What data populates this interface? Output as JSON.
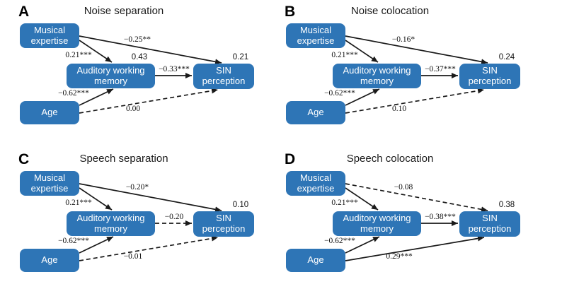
{
  "colors": {
    "box_fill": "#2E75B6",
    "box_text": "#FFFFFF",
    "arrow": "#1A1A1A"
  },
  "boxes": {
    "musical_expertise": "Musical\nexpertise",
    "auditory_working_memory": "Auditory working\nmemory",
    "age": "Age",
    "sin_perception": "SIN\nperception"
  },
  "panels": [
    {
      "letter": "A",
      "title": "Noise separation",
      "awm_r2": "0.43",
      "sin_r2": "0.21",
      "paths": {
        "me_awm": {
          "label": "0.21***",
          "style": "solid",
          "dash": "0"
        },
        "age_awm": {
          "label": "−0.62***",
          "style": "solid",
          "dash": "0"
        },
        "me_sin": {
          "label": "−0.25**",
          "style": "solid",
          "dash": "0"
        },
        "awm_sin": {
          "label": "−0.33***",
          "style": "solid",
          "dash": "0"
        },
        "age_sin": {
          "label": "0.00",
          "style": "dashed",
          "dash": "6 4"
        }
      }
    },
    {
      "letter": "B",
      "title": "Noise colocation",
      "sin_r2": "0.24",
      "paths": {
        "me_awm": {
          "label": "0.21***",
          "style": "solid",
          "dash": "0"
        },
        "age_awm": {
          "label": "−0.62***",
          "style": "solid",
          "dash": "0"
        },
        "me_sin": {
          "label": "−0.16*",
          "style": "solid",
          "dash": "0"
        },
        "awm_sin": {
          "label": "−0.37***",
          "style": "solid",
          "dash": "0"
        },
        "age_sin": {
          "label": "0.10",
          "style": "dashed",
          "dash": "6 4"
        }
      }
    },
    {
      "letter": "C",
      "title": "Speech separation",
      "sin_r2": "0.10",
      "paths": {
        "me_awm": {
          "label": "0.21***",
          "style": "solid",
          "dash": "0"
        },
        "age_awm": {
          "label": "−0.62***",
          "style": "solid",
          "dash": "0"
        },
        "me_sin": {
          "label": "−0.20*",
          "style": "solid",
          "dash": "0"
        },
        "awm_sin": {
          "label": "−0.20",
          "style": "dashed",
          "dash": "6 4"
        },
        "age_sin": {
          "label": "−0.01",
          "style": "dashed",
          "dash": "6 4"
        }
      }
    },
    {
      "letter": "D",
      "title": "Speech colocation",
      "sin_r2": "0.38",
      "paths": {
        "me_awm": {
          "label": "0.21***",
          "style": "solid",
          "dash": "0"
        },
        "age_awm": {
          "label": "−0.62***",
          "style": "solid",
          "dash": "0"
        },
        "me_sin": {
          "label": "−0.08",
          "style": "dashed",
          "dash": "6 4"
        },
        "awm_sin": {
          "label": "−0.38***",
          "style": "solid",
          "dash": "0"
        },
        "age_sin": {
          "label": "0.29***",
          "style": "solid",
          "dash": "0"
        }
      }
    }
  ]
}
